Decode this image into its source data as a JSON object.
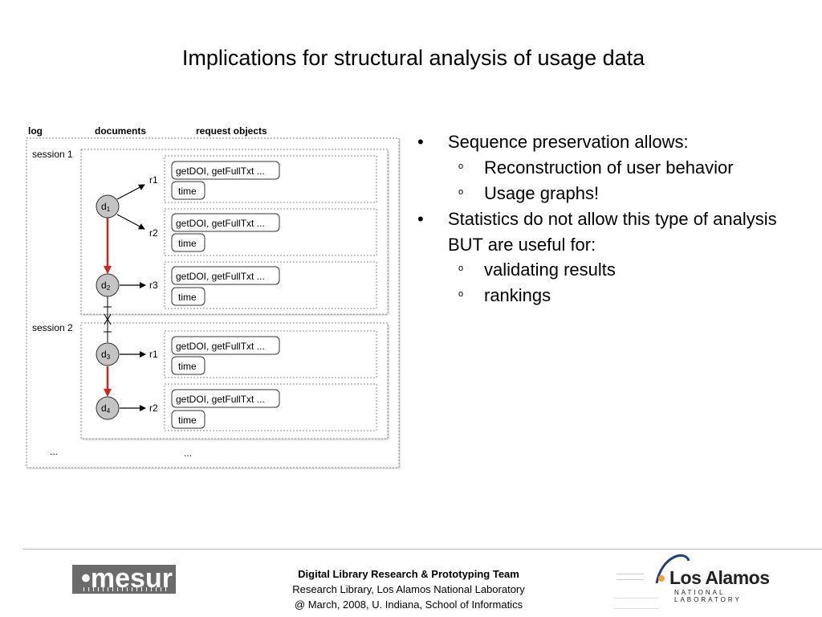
{
  "slide": {
    "title": "Implications for structural analysis of usage data"
  },
  "diagram": {
    "headers": {
      "log": "log",
      "documents": "documents",
      "request_objects": "request objects"
    },
    "sessions": [
      {
        "label": "session 1"
      },
      {
        "label": "session 2"
      }
    ],
    "documents": [
      {
        "base": "d",
        "sub": "1"
      },
      {
        "base": "d",
        "sub": "2"
      },
      {
        "base": "d",
        "sub": "3"
      },
      {
        "base": "d",
        "sub": "4"
      }
    ],
    "request_labels": [
      "r1",
      "r2",
      "r3",
      "r1",
      "r2"
    ],
    "request_objects": [
      {
        "methods": "getDOI, getFullTxt ...",
        "time": "time"
      },
      {
        "methods": "getDOI, getFullTxt ...",
        "time": "time"
      },
      {
        "methods": "getDOI, getFullTxt ...",
        "time": "time"
      },
      {
        "methods": "getDOI, getFullTxt ...",
        "time": "time"
      },
      {
        "methods": "getDOI, getFullTxt ...",
        "time": "time"
      }
    ],
    "ellipsis_log": "...",
    "ellipsis_requests": "...",
    "colors": {
      "sequence_arrow": "#d42020",
      "node_fill": "#c4c4c4",
      "dashed_border": "#8a8a8a"
    }
  },
  "bullets": [
    {
      "text": "Sequence preservation allows:",
      "level": 1
    },
    {
      "text": "Reconstruction of user behavior",
      "level": 2
    },
    {
      "text": "Usage graphs!",
      "level": 2
    },
    {
      "text": "Statistics do not allow this type of analysis BUT are useful for:",
      "level": 1
    },
    {
      "text": "validating results",
      "level": 2
    },
    {
      "text": "rankings",
      "level": 2
    }
  ],
  "bullet_markers": {
    "level1": "•",
    "level2": "o"
  },
  "footer": {
    "team": "Digital Library Research & Prototyping Team",
    "lab": "Research Library, Los Alamos National Laboratory",
    "event": "@ March, 2008, U. Indiana, School of Informatics"
  },
  "logos": {
    "left": {
      "text": "•mesur"
    },
    "right": {
      "name": "Los Alamos",
      "subtitle": "NATIONAL LABORATORY"
    }
  }
}
